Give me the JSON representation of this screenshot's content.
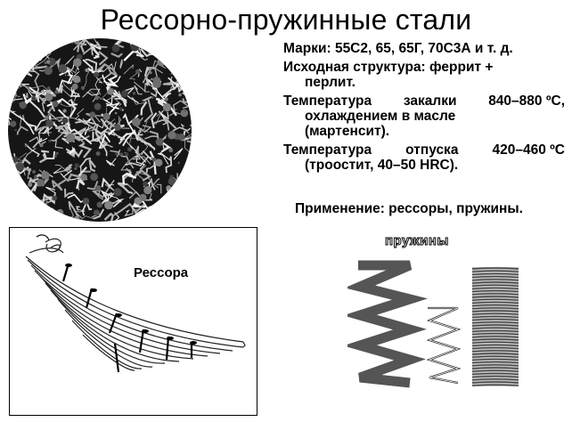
{
  "title": "Рессорно-пружинные стали",
  "props": {
    "grades": "Марки: 55С2, 65, 65Г, 70С3А и т. д.",
    "structure_1": "Исходная структура: феррит +",
    "structure_2": "перлит.",
    "quench_a": "Температура",
    "quench_b": "закалки",
    "quench_c": "840–880 ºС,",
    "quench_2": "охлаждением в масле",
    "quench_3": "(мартенсит).",
    "temper_a": "Температура",
    "temper_b": "отпуска",
    "temper_c": "420–460 ºС",
    "temper_2": "(троостит, 40–50 HRC)."
  },
  "application": "Применение: рессоры, пружины.",
  "leaf_spring_label": "Рессора",
  "springs_label": "пружины"
}
